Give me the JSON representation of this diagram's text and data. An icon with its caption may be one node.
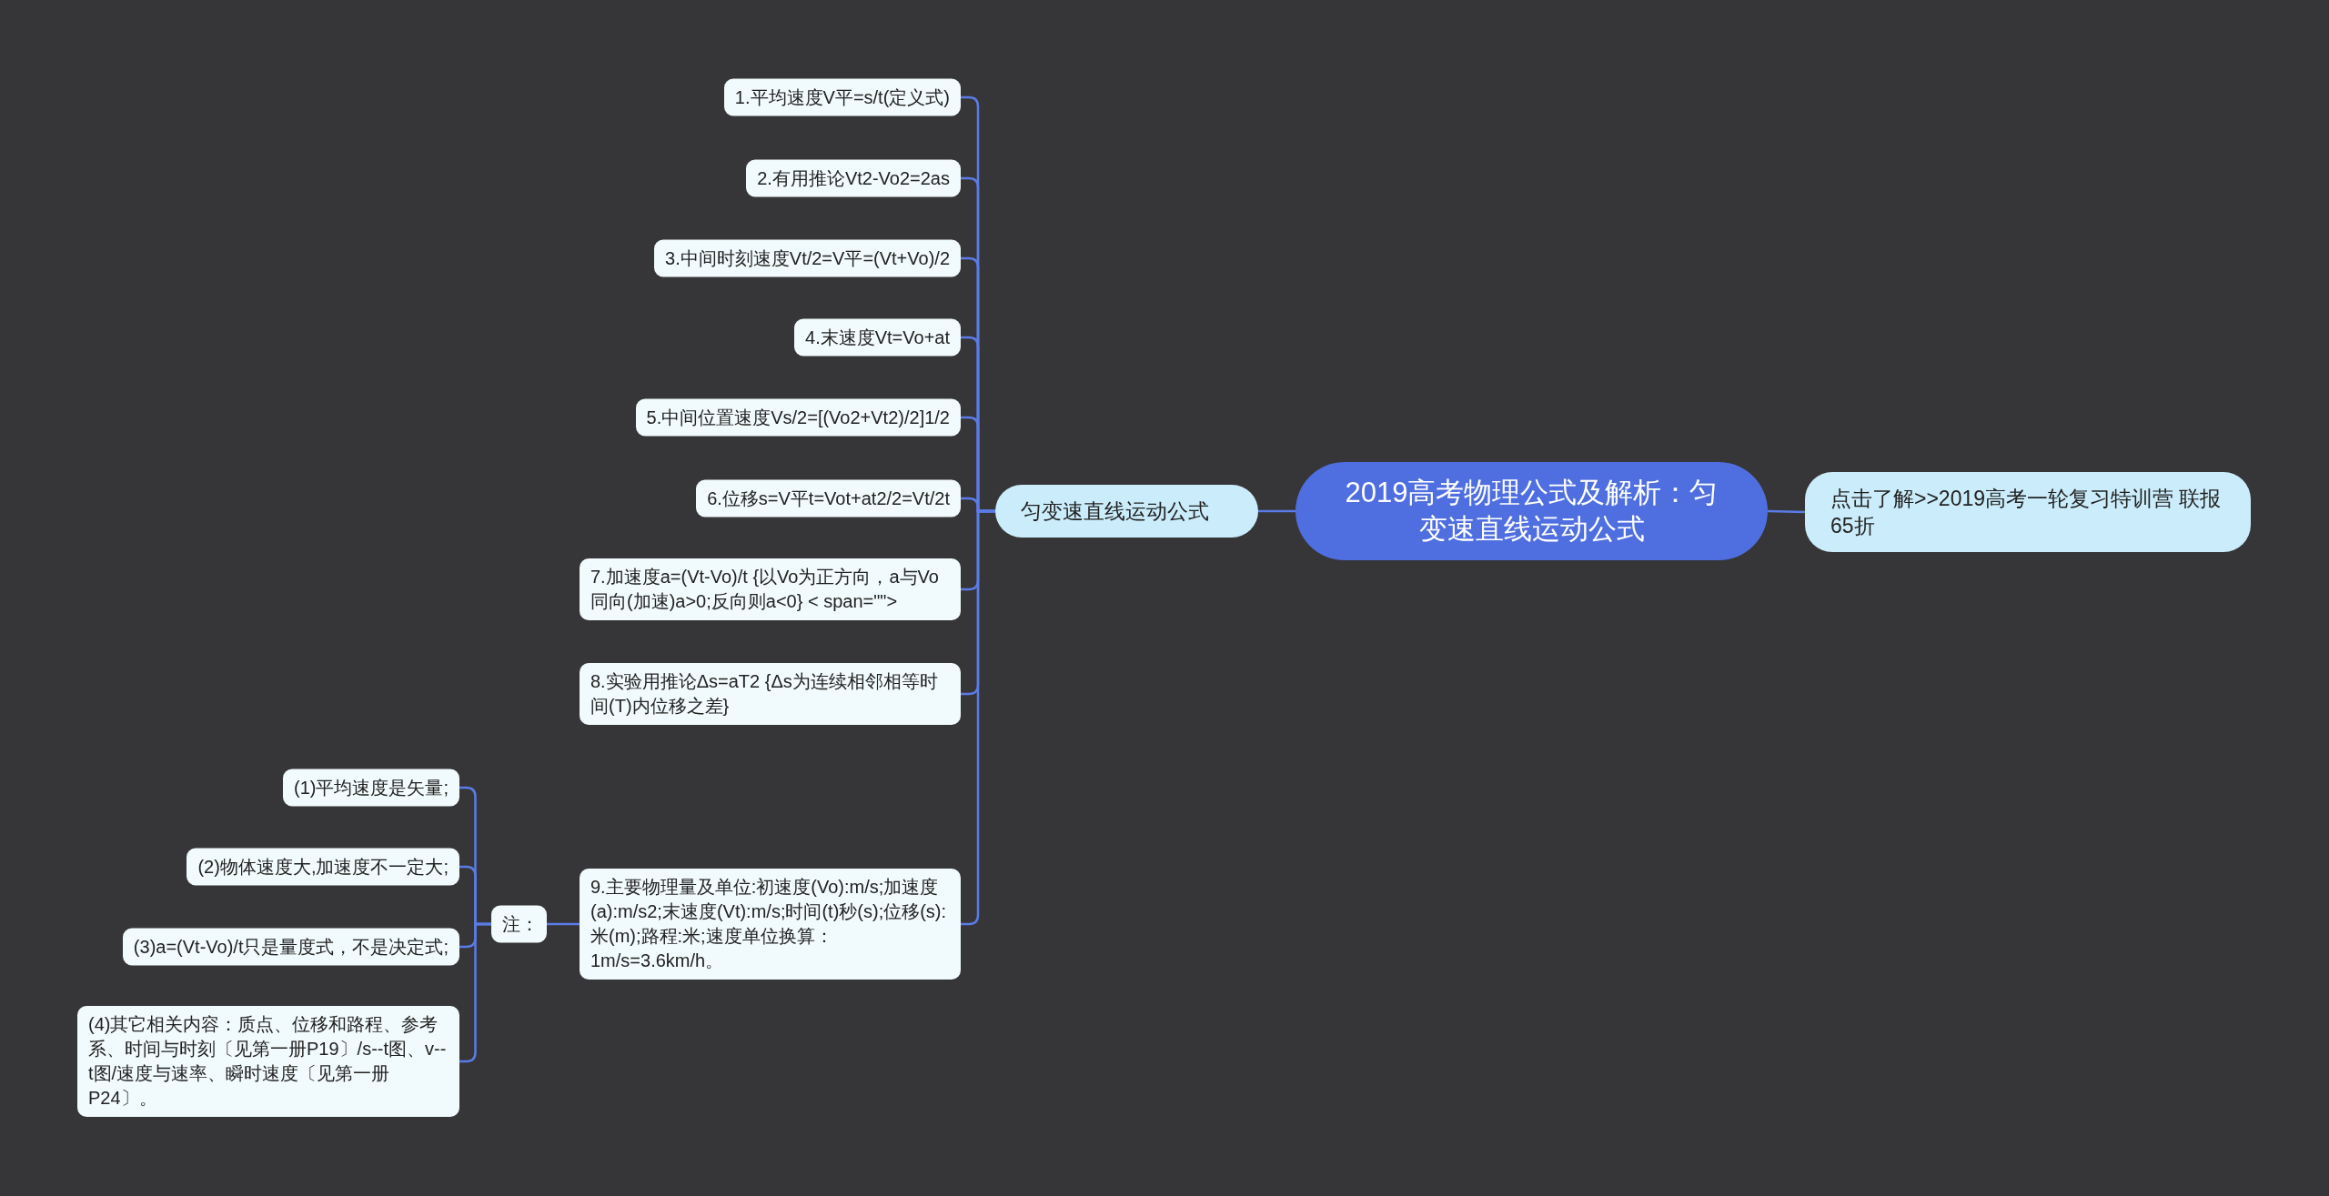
{
  "diagram": {
    "nodes": [
      {
        "text": [
          "2019高考物理公式及解析：匀变速直线运动公式"
        ]
      },
      {
        "text": [
          "点击了解>>2019高考一轮复习特训营 联报65折"
        ]
      },
      {
        "text": [
          "匀变速直线运动公式"
        ]
      },
      {
        "text": [
          "1.平均速度V平=s/t(定义式)"
        ]
      },
      {
        "text": [
          "2.有用推论Vt2-Vo2=2as"
        ]
      },
      {
        "text": [
          "3.中间时刻速度Vt/2=V平=(Vt+Vo)/2"
        ]
      },
      {
        "text": [
          "4.末速度Vt=Vo+at"
        ]
      },
      {
        "text": [
          "5.中间位置速度Vs/2=[(Vo2+Vt2)/2]1/2"
        ]
      },
      {
        "text": [
          "6.位移s=V平t=Vot+at2/2=Vt/2t"
        ]
      },
      {
        "text": [
          "7.加速度a=(Vt-Vo)/t {以Vo为正方向，a与Vo同向(加速)a>0;反向则a<0}  < span=\"\">"
        ]
      },
      {
        "text": [
          "8.实验用推论Δs=aT2 {Δs为连续相邻相等时间(T)内位移之差}"
        ]
      },
      {
        "text": [
          "9.主要物理量及单位:初速度(Vo):m/s;加速度(a):m/s2;末速度(Vt):m/s;时间(t)秒(s);位移(s):米(m);路程:米;速度单位换算：1m/s=3.6km/h。"
        ]
      },
      {
        "text": [
          "注："
        ]
      },
      {
        "text": [
          "(1)平均速度是矢量;"
        ]
      },
      {
        "text": [
          "(2)物体速度大,加速度不一定大;"
        ]
      },
      {
        "text": [
          "(3)a=(Vt-Vo)/t只是量度式，不是决定式;"
        ]
      },
      {
        "text": [
          "(4)其它相关内容：质点、位移和路程、参考系、时间与时刻〔见第一册P19〕/s--t图、v--t图/速度与速率、瞬时速度〔见第一册P24〕。"
        ]
      }
    ],
    "edges": [
      {
        "from": 0,
        "to": 2,
        "arrow": "none"
      },
      {
        "from": 0,
        "to": 1,
        "arrow": "none"
      },
      {
        "from": 2,
        "to": 3,
        "arrow": "none"
      },
      {
        "from": 2,
        "to": 4,
        "arrow": "none"
      },
      {
        "from": 2,
        "to": 5,
        "arrow": "none"
      },
      {
        "from": 2,
        "to": 6,
        "arrow": "none"
      },
      {
        "from": 2,
        "to": 7,
        "arrow": "none"
      },
      {
        "from": 2,
        "to": 8,
        "arrow": "none"
      },
      {
        "from": 2,
        "to": 9,
        "arrow": "none"
      },
      {
        "from": 2,
        "to": 10,
        "arrow": "none"
      },
      {
        "from": 2,
        "to": 11,
        "arrow": "none"
      },
      {
        "from": 11,
        "to": 12,
        "arrow": "none"
      },
      {
        "from": 12,
        "to": 13,
        "arrow": "none"
      },
      {
        "from": 12,
        "to": 14,
        "arrow": "none"
      },
      {
        "from": 12,
        "to": 15,
        "arrow": "none"
      },
      {
        "from": 12,
        "to": 16,
        "arrow": "none"
      }
    ]
  }
}
